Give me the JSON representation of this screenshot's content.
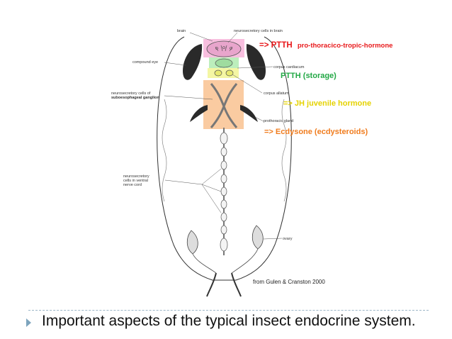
{
  "labels": {
    "brain": "brain",
    "neurosecretory_brain": "neurosecretory cells in brain",
    "compound_eye": "compound eye",
    "corpus_cardiacum": "corpus cardiacum",
    "neurosecretory_sub_1": "neurosecretory cells of",
    "neurosecretory_sub_2": "suboesophageal ganglion",
    "corpus_allatum": "corpus allatum",
    "prothoracic_gland": "prothoracic gland",
    "vnc_1": "neurosecretory",
    "vnc_2": "cells in ventral",
    "vnc_3": "nerve cord",
    "ovary": "ovary"
  },
  "annotations": {
    "ptth_prefix": "=> PTTH",
    "ptth_full": "pro-thoracico-tropic-hormone",
    "ptth_storage": "PTTH (storage)",
    "jh": "=> JH  juvenile hormone",
    "ecdysone": "=> Ecdysone  (ecdysteroids)"
  },
  "colors": {
    "ptth": "#e8191b",
    "storage": "#22a845",
    "jh": "#e5d200",
    "ecdysone": "#f07c1e",
    "brain_highlight": "#f7b8dc",
    "cardiacum_highlight": "#b5ecb5",
    "allatum_highlight": "#f3f59a",
    "prothoracic_highlight": "#f9c597",
    "bullet": "#7da4bd"
  },
  "credit": "from Gulen & Cranston 2000",
  "caption": "Important aspects of the typical insect endocrine system."
}
